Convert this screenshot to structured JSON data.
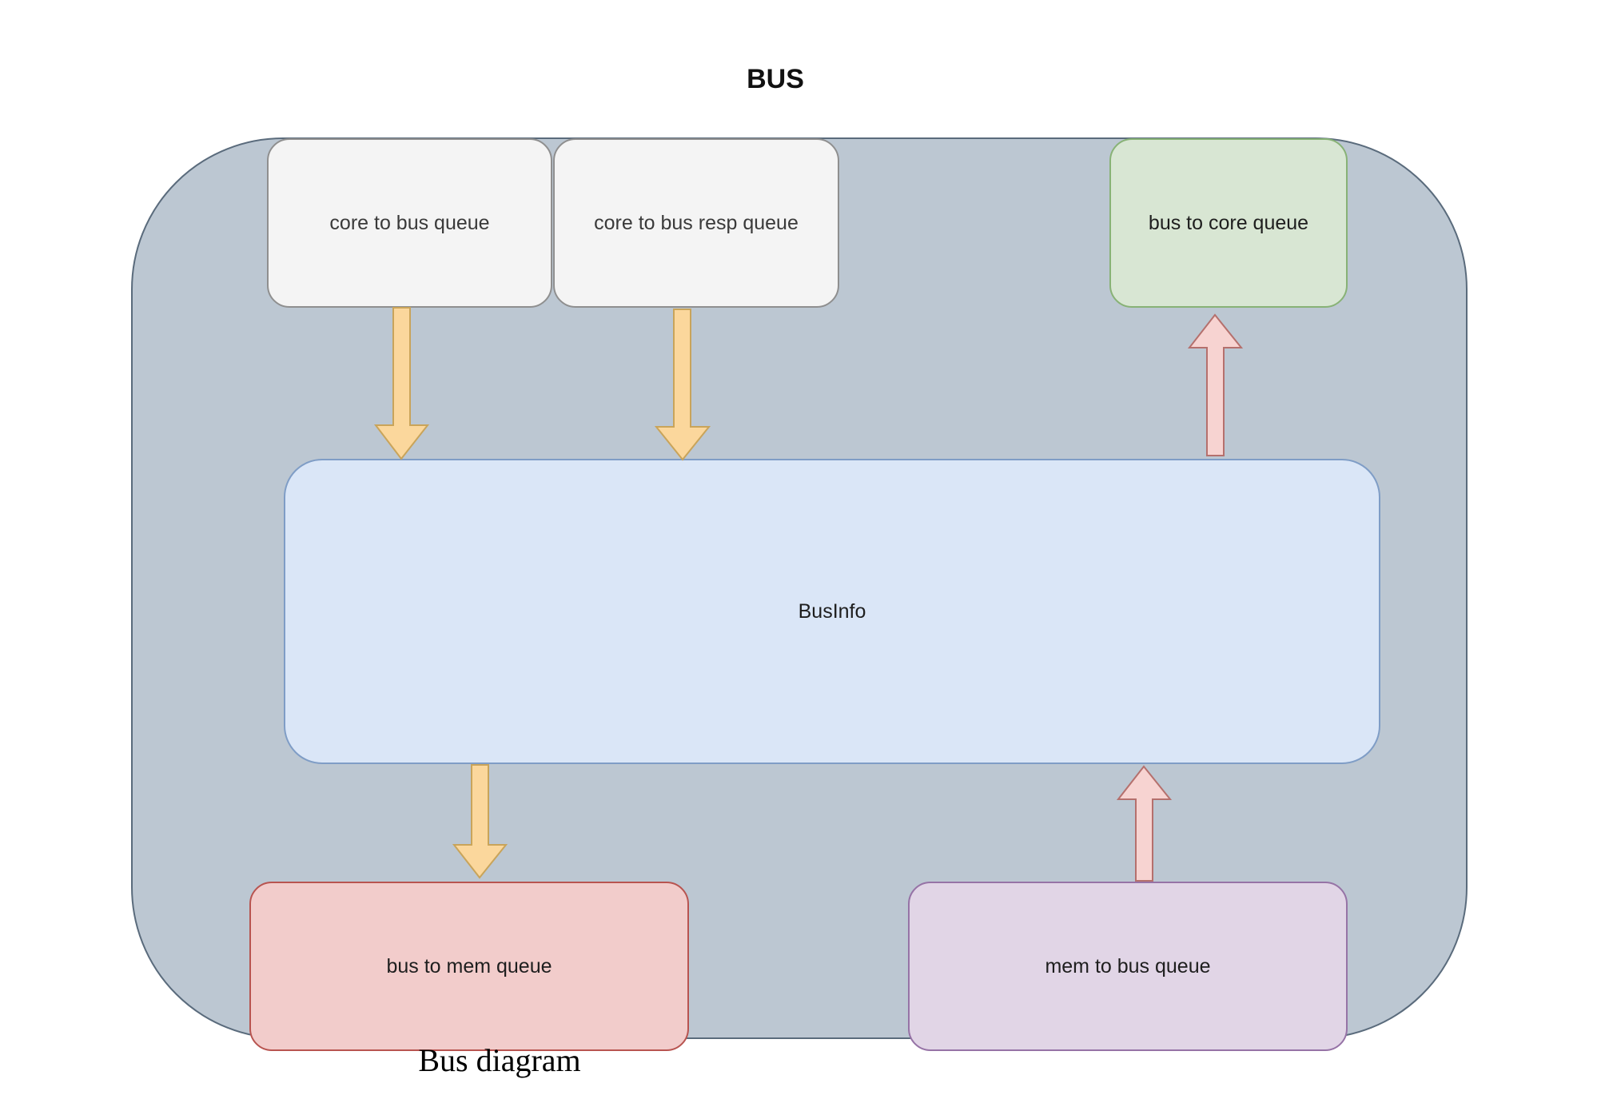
{
  "title": "BUS",
  "boxes": {
    "core_to_bus": "core to bus queue",
    "core_to_bus_resp": "core to bus resp queue",
    "bus_to_core": "bus to core queue",
    "businfo": "BusInfo",
    "bus_to_mem": "bus to mem queue",
    "mem_to_bus": "mem to bus queue"
  },
  "caption": "Bus diagram",
  "colors": {
    "outer_fill": "#bcc7d2",
    "gray_fill": "#f4f4f4",
    "green_fill": "#d8e6d3",
    "blue_fill": "#dae6f7",
    "red_fill": "#f2cccb",
    "purple_fill": "#e1d5e6",
    "arrow_down_fill": "#fbd79c",
    "arrow_up_fill": "#f7d3d1"
  }
}
